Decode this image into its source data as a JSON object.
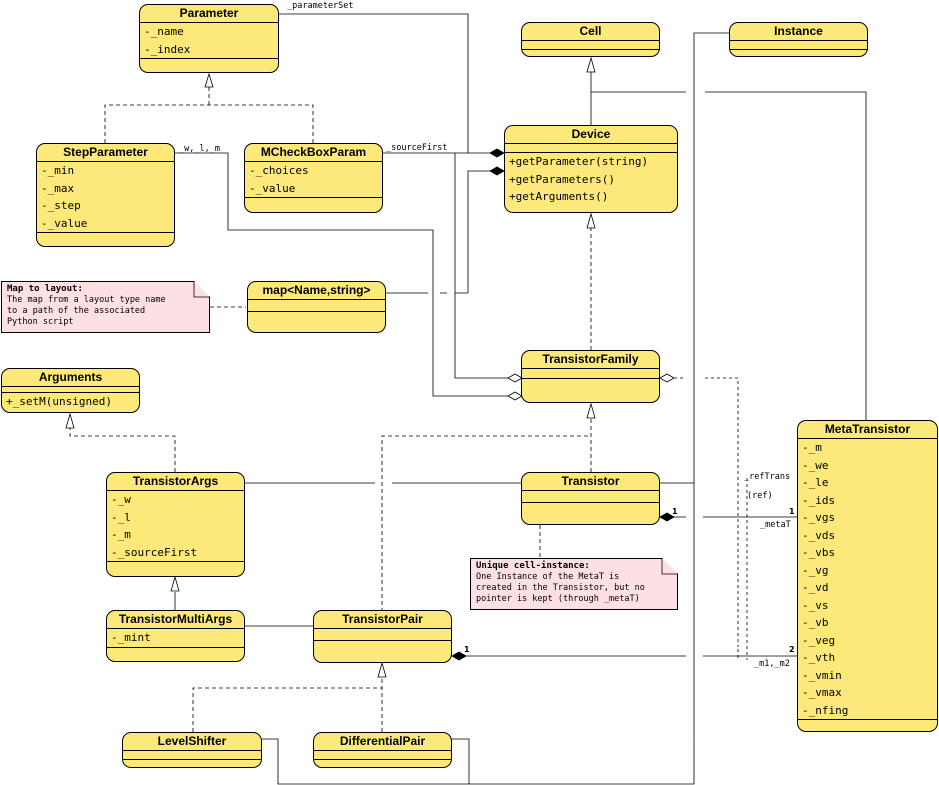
{
  "classes": {
    "parameter": {
      "name": "Parameter",
      "attrs": [
        "-_name",
        "-_index"
      ]
    },
    "cell": {
      "name": "Cell"
    },
    "instance": {
      "name": "Instance"
    },
    "step_parameter": {
      "name": "StepParameter",
      "attrs": [
        "-_min",
        "-_max",
        "-_step",
        "-_value"
      ]
    },
    "mcheckbox_param": {
      "name": "MCheckBoxParam",
      "attrs": [
        "-_choices",
        "-_value"
      ]
    },
    "device": {
      "name": "Device",
      "ops": [
        "+getParameter(string)",
        "+getParameters()",
        "+getArguments()"
      ]
    },
    "map_name_string": {
      "name": "map<Name,string>"
    },
    "arguments": {
      "name": "Arguments",
      "ops": [
        "+_setM(unsigned)"
      ]
    },
    "transistor_family": {
      "name": "TransistorFamily"
    },
    "transistor_args": {
      "name": "TransistorArgs",
      "attrs": [
        "-_w",
        "-_l",
        "-_m",
        "-_sourceFirst"
      ]
    },
    "transistor": {
      "name": "Transistor"
    },
    "meta_transistor": {
      "name": "MetaTransistor",
      "attrs": [
        "-_m",
        "-_we",
        "-_le",
        "-_ids",
        "-_vgs",
        "-_vds",
        "-_vbs",
        "-_vg",
        "-_vd",
        "-_vs",
        "-_vb",
        "-_veg",
        "-_vth",
        "-_vmin",
        "-_vmax",
        "-_nfing"
      ]
    },
    "transistor_multi_args": {
      "name": "TransistorMultiArgs",
      "attrs": [
        "-_mint"
      ]
    },
    "transistor_pair": {
      "name": "TransistorPair"
    },
    "level_shifter": {
      "name": "LevelShifter"
    },
    "differential_pair": {
      "name": "DifferentialPair"
    }
  },
  "notes": {
    "map_to_layout": {
      "title": "Map to layout:",
      "body": [
        "The map from a layout type name",
        "to a path of the associated",
        "Python script"
      ]
    },
    "unique_cell_instance": {
      "title": "Unique cell-instance:",
      "body": [
        "One Instance of the MetaT is",
        "created in the Transistor, but no",
        "pointer is kept (through _metaT)"
      ]
    }
  },
  "labels": {
    "parameter_set": "_parameterSet",
    "wlm": "_w,_l,_m",
    "source_first": "_sourceFirst",
    "ref_trans": "_refTrans",
    "ref": "(ref)",
    "meta_t": "_metaT",
    "m1_m2": "_m1,_m2"
  },
  "multiplicities": {
    "one_a": "1",
    "one_b": "1",
    "one_c": "1",
    "two": "2"
  },
  "colors": {
    "class_fill": "#fce97a",
    "note_fill": "#fde0e3",
    "line": "#000000"
  }
}
